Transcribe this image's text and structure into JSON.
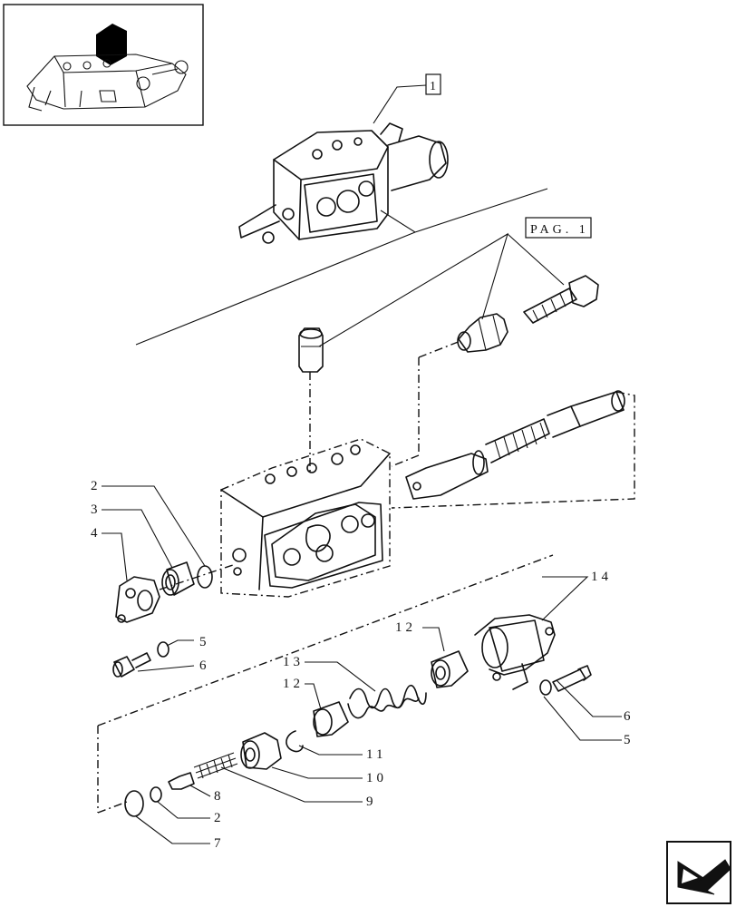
{
  "reference_boxes": {
    "assembly_ref": "1",
    "page_ref": "PAG. 1"
  },
  "callouts": {
    "c2a": "2",
    "c3": "3",
    "c4": "4",
    "c5a": "5",
    "c6a": "6",
    "c12a": "12",
    "c14": "14",
    "c13": "13",
    "c12b": "12",
    "c6b": "6",
    "c5b": "5",
    "c11": "11",
    "c10": "10",
    "c8": "8",
    "c2b": "2",
    "c9": "9",
    "c7": "7"
  },
  "icons": {
    "thumbnail": "assembly-thumbnail-icon",
    "navigation": "next-page-arrow-icon"
  }
}
